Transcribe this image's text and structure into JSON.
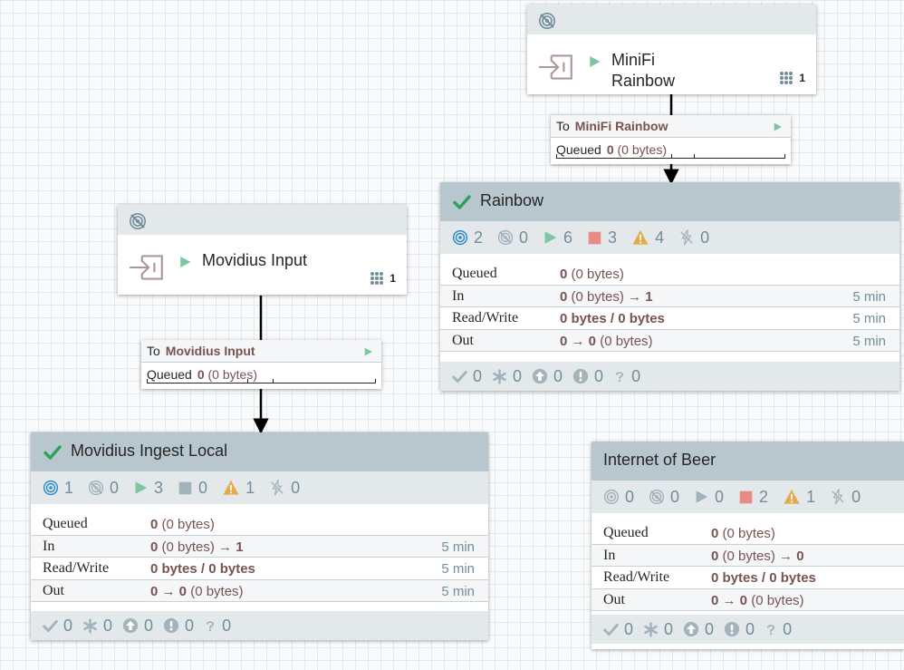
{
  "colors": {
    "accent_green": "#2aa35a",
    "running": "#7dc7a0",
    "stopped": "#e98a86",
    "warning": "#e3ab4a",
    "label_value": "#775351",
    "muted": "#728e9b"
  },
  "ports": [
    {
      "name_line1": "MiniFi",
      "name_line2": "Rainbow",
      "count": "1"
    },
    {
      "name_line1": "Movidius Input",
      "name_line2": "",
      "count": "1"
    }
  ],
  "connections": [
    {
      "to_label": "To",
      "destination": "MiniFi Rainbow",
      "queued_label": "Queued",
      "queued_count": "0",
      "queued_bytes": "(0 bytes)"
    },
    {
      "to_label": "To",
      "destination": "Movidius Input",
      "queued_label": "Queued",
      "queued_count": "0",
      "queued_bytes": "(0 bytes)"
    }
  ],
  "process_groups": [
    {
      "title": "Rainbow",
      "stats": {
        "transmitting": "2",
        "not_transmitting": "0",
        "running": "6",
        "stopped": "3",
        "invalid": "4",
        "disabled": "0"
      },
      "queued_label": "Queued",
      "queued_count": "0",
      "queued_bytes": "(0 bytes)",
      "in_label": "In",
      "in_count": "0",
      "in_bytes": "(0 bytes)",
      "in_arrow": "→",
      "in_target": "1",
      "in_time": "5 min",
      "rw_label": "Read/Write",
      "rw_value": "0 bytes / 0 bytes",
      "rw_time": "5 min",
      "out_label": "Out",
      "out_value": "0 → 0",
      "out_bytes": "(0 bytes)",
      "out_time": "5 min",
      "versions": {
        "up_to_date": "0",
        "locally_modified": "0",
        "stale": "0",
        "sync_failure": "0",
        "unknown": "0"
      }
    },
    {
      "title": "Movidius Ingest Local",
      "stats": {
        "transmitting": "1",
        "not_transmitting": "0",
        "running": "3",
        "stopped": "0",
        "invalid": "1",
        "disabled": "0"
      },
      "queued_label": "Queued",
      "queued_count": "0",
      "queued_bytes": "(0 bytes)",
      "in_label": "In",
      "in_count": "0",
      "in_bytes": "(0 bytes)",
      "in_arrow": "→",
      "in_target": "1",
      "in_time": "5 min",
      "rw_label": "Read/Write",
      "rw_value": "0 bytes / 0 bytes",
      "rw_time": "5 min",
      "out_label": "Out",
      "out_value": "0 → 0",
      "out_bytes": "(0 bytes)",
      "out_time": "5 min",
      "versions": {
        "up_to_date": "0",
        "locally_modified": "0",
        "stale": "0",
        "sync_failure": "0",
        "unknown": "0"
      }
    },
    {
      "title": "Internet of Beer",
      "stats": {
        "transmitting": "0",
        "not_transmitting": "0",
        "running": "0",
        "stopped": "2",
        "invalid": "1",
        "disabled": "0"
      },
      "queued_label": "Queued",
      "queued_count": "0",
      "queued_bytes": "(0 bytes)",
      "in_label": "In",
      "in_count": "0",
      "in_bytes": "(0 bytes)",
      "in_arrow": "→",
      "in_target": "0",
      "in_time": "",
      "rw_label": "Read/Write",
      "rw_value": "0 bytes / 0 bytes",
      "rw_time": "",
      "out_label": "Out",
      "out_value": "0 → 0",
      "out_bytes": "(0 bytes)",
      "out_time": "",
      "versions": {
        "up_to_date": "0",
        "locally_modified": "0",
        "stale": "0",
        "sync_failure": "0",
        "unknown": "0"
      }
    }
  ]
}
